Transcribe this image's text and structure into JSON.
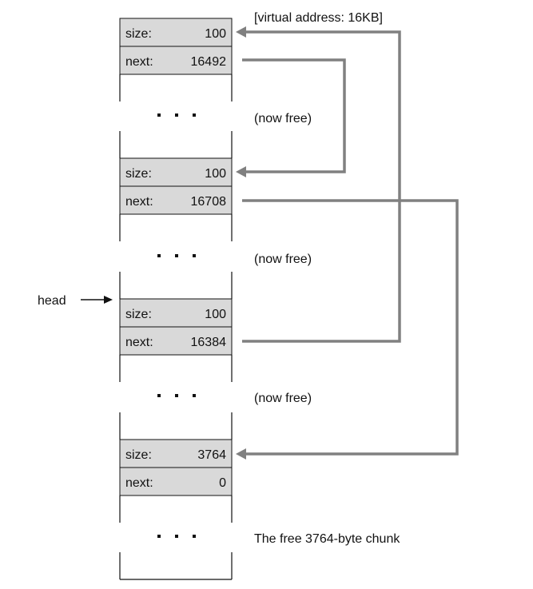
{
  "virtual_address_label": "[virtual address: 16KB]",
  "head_label": "head",
  "chunks": [
    {
      "size_label": "size:",
      "size_value": "100",
      "next_label": "next:",
      "next_value": "16492",
      "note": "(now free)"
    },
    {
      "size_label": "size:",
      "size_value": "100",
      "next_label": "next:",
      "next_value": "16708",
      "note": "(now free)"
    },
    {
      "size_label": "size:",
      "size_value": "100",
      "next_label": "next:",
      "next_value": "16384",
      "note": "(now free)"
    },
    {
      "size_label": "size:",
      "size_value": "3764",
      "next_label": "next:",
      "next_value": "0",
      "note": "The free 3764-byte chunk"
    }
  ],
  "ellipsis": "· · ·",
  "colors": {
    "header_fill": "#d9d9d9",
    "pointer": "#808080",
    "ink": "#111111"
  }
}
